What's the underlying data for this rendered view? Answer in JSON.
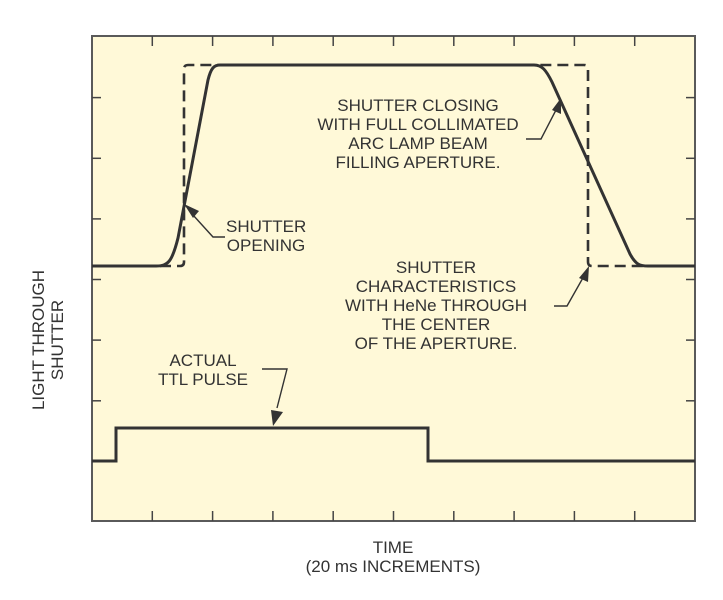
{
  "colors": {
    "plot_background": "#fff9d8",
    "frame": "#5a5a5a",
    "line": "#333333",
    "text": "#333333"
  },
  "axes": {
    "ylabel_line1": "LIGHT THROUGH",
    "ylabel_line2": "SHUTTER",
    "xlabel_line1": "TIME",
    "xlabel_line2": "(20 ms INCREMENTS)"
  },
  "annotations": {
    "closing": {
      "lines": [
        "SHUTTER CLOSING",
        "WITH FULL COLLIMATED",
        "ARC LAMP BEAM",
        "FILLING APERTURE."
      ]
    },
    "opening": {
      "lines": [
        "SHUTTER",
        "OPENING"
      ]
    },
    "hene": {
      "lines": [
        "SHUTTER",
        "CHARACTERISTICS",
        "WITH HeNe THROUGH",
        "THE CENTER",
        "OF THE APERTURE."
      ]
    },
    "ttl": {
      "lines": [
        "ACTUAL",
        "TTL PULSE"
      ]
    }
  },
  "chart_data": {
    "type": "line",
    "title": "",
    "xlabel": "TIME (20 ms INCREMENTS)",
    "ylabel": "LIGHT THROUGH SHUTTER",
    "x_divisions": 10,
    "y_divisions": 8,
    "x_unit_ms_per_division": 20,
    "grid": false,
    "tick_labels": "none",
    "series": [
      {
        "name": "Shutter closing with full collimated arc lamp beam filling aperture",
        "style": "solid",
        "points_div": [
          [
            0,
            4.25
          ],
          [
            1.1,
            4.25
          ],
          [
            1.5,
            3.8
          ],
          [
            2.05,
            7.55
          ],
          [
            7.4,
            7.55
          ],
          [
            8.0,
            6.4
          ],
          [
            9.0,
            4.25
          ],
          [
            10,
            4.25
          ]
        ]
      },
      {
        "name": "Shutter characteristics with HeNe through the center of the aperture",
        "style": "dashed",
        "points_div": [
          [
            0,
            4.25
          ],
          [
            1.52,
            4.25
          ],
          [
            1.52,
            7.55
          ],
          [
            8.25,
            7.55
          ],
          [
            8.25,
            4.25
          ],
          [
            10,
            4.25
          ]
        ]
      },
      {
        "name": "Actual TTL pulse",
        "style": "solid",
        "points_div": [
          [
            0,
            1.0
          ],
          [
            0.38,
            1.0
          ],
          [
            0.38,
            1.55
          ],
          [
            5.55,
            1.55
          ],
          [
            5.55,
            1.0
          ],
          [
            10,
            1.0
          ]
        ]
      }
    ]
  }
}
